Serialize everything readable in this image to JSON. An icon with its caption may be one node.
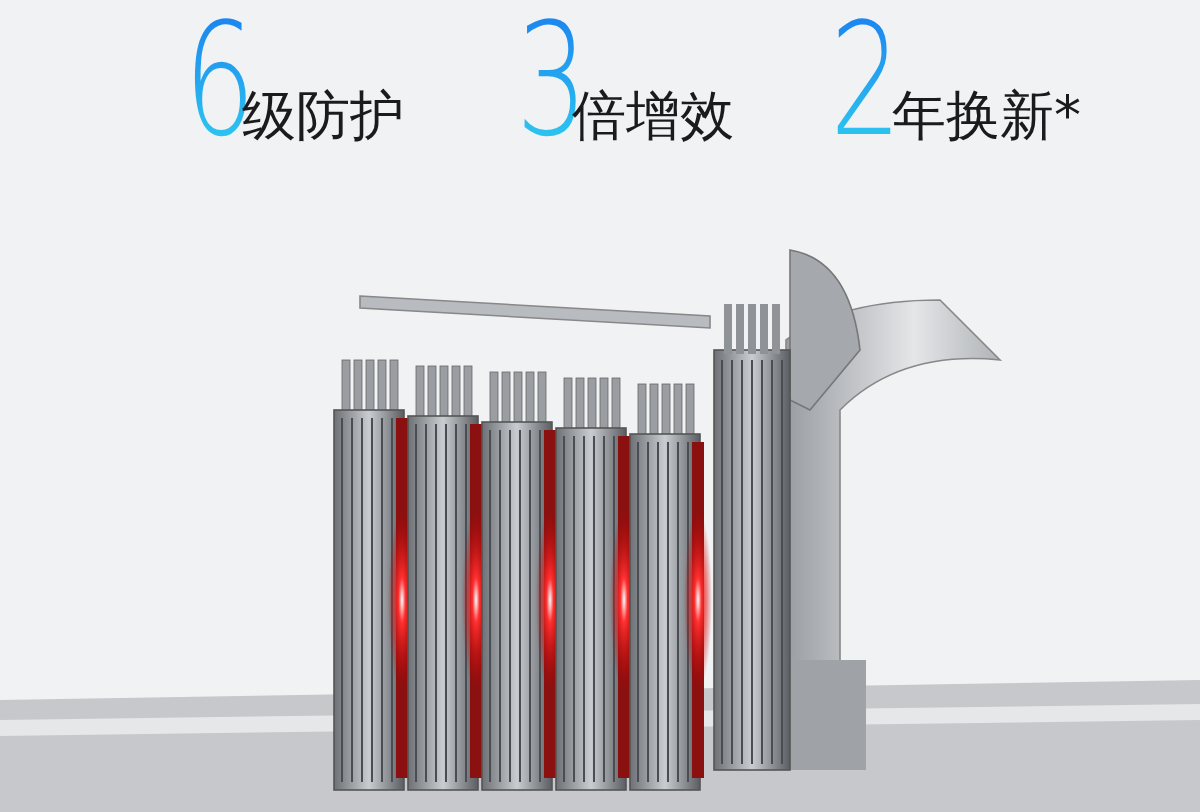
{
  "diagram": {
    "labels": [
      "6",
      "级防护",
      "3",
      "倍增效",
      "2",
      "年换新*"
    ]
  }
}
